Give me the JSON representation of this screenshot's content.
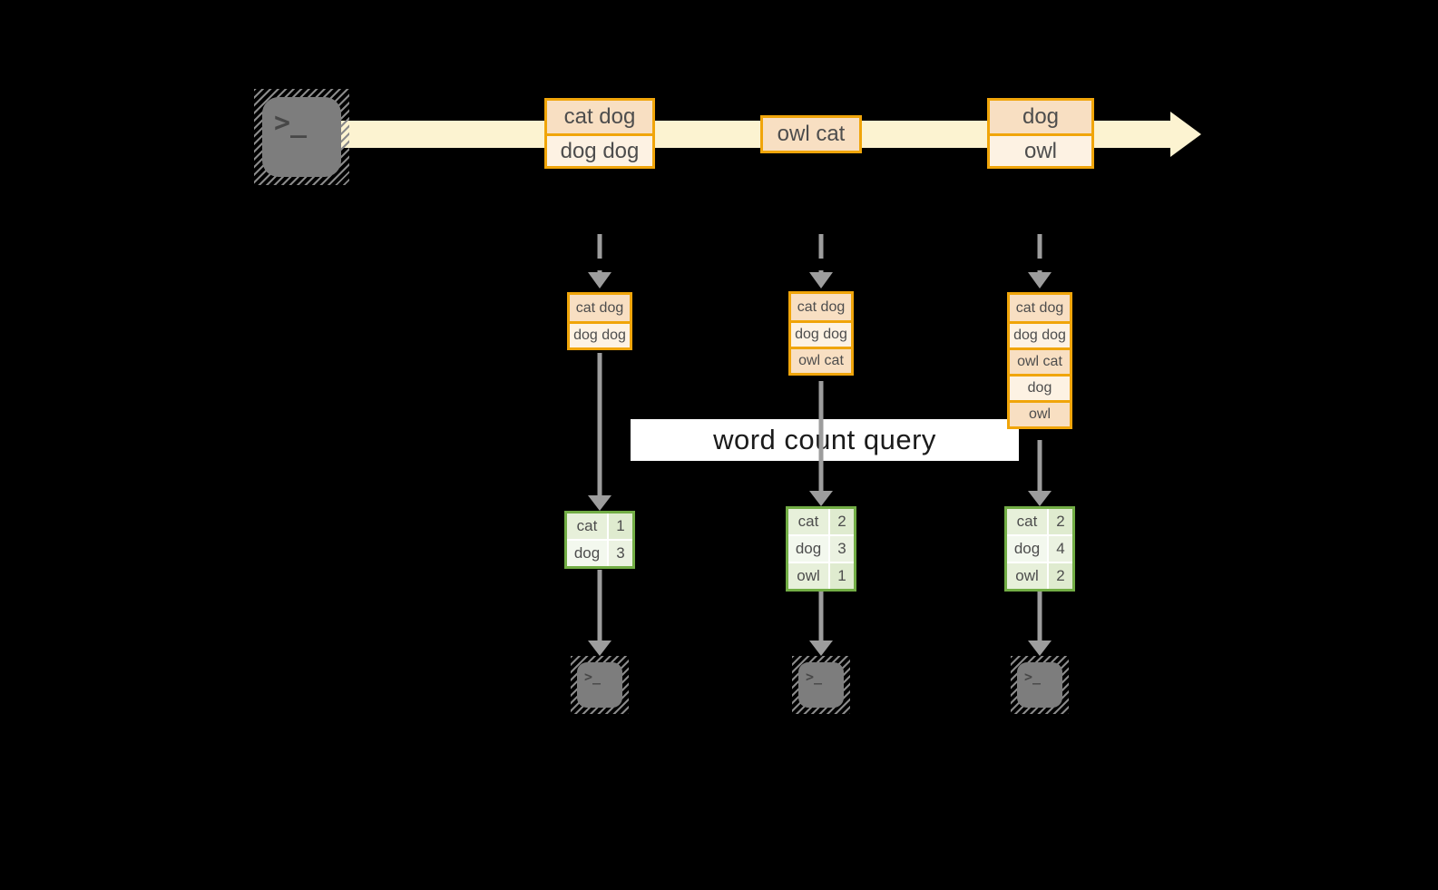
{
  "diagram": {
    "query_label": "word count query",
    "source": {
      "glyph": ">_"
    },
    "stream_events": [
      {
        "lines": [
          "cat dog",
          "dog dog"
        ]
      },
      {
        "lines": [
          "owl cat"
        ]
      },
      {
        "lines": [
          "dog",
          "owl"
        ]
      }
    ],
    "columns": [
      {
        "state": [
          "cat dog",
          "dog dog"
        ],
        "counts": [
          [
            "cat",
            "1"
          ],
          [
            "dog",
            "3"
          ]
        ]
      },
      {
        "state": [
          "cat dog",
          "dog dog",
          "owl cat"
        ],
        "counts": [
          [
            "cat",
            "2"
          ],
          [
            "dog",
            "3"
          ],
          [
            "owl",
            "1"
          ]
        ]
      },
      {
        "state": [
          "cat dog",
          "dog dog",
          "owl cat",
          "dog",
          "owl"
        ],
        "counts": [
          [
            "cat",
            "2"
          ],
          [
            "dog",
            "4"
          ],
          [
            "owl",
            "2"
          ]
        ]
      }
    ],
    "sinks": [
      {
        "glyph": ">_"
      },
      {
        "glyph": ">_"
      },
      {
        "glyph": ">_"
      }
    ],
    "colors": {
      "background": "#000000",
      "stream_fill": "#fcf3d1",
      "event_border": "#f0a50a",
      "event_fill_odd": "#f8dfc2",
      "event_fill_even": "#fdf2e3",
      "arrow_gray": "#9d9d9d",
      "table_border": "#72ad45",
      "table_fill_green": "#e7f0da",
      "terminal_gray": "#7d7d7d",
      "query_bg": "#ffffff",
      "text": "#4d4d4d"
    }
  }
}
